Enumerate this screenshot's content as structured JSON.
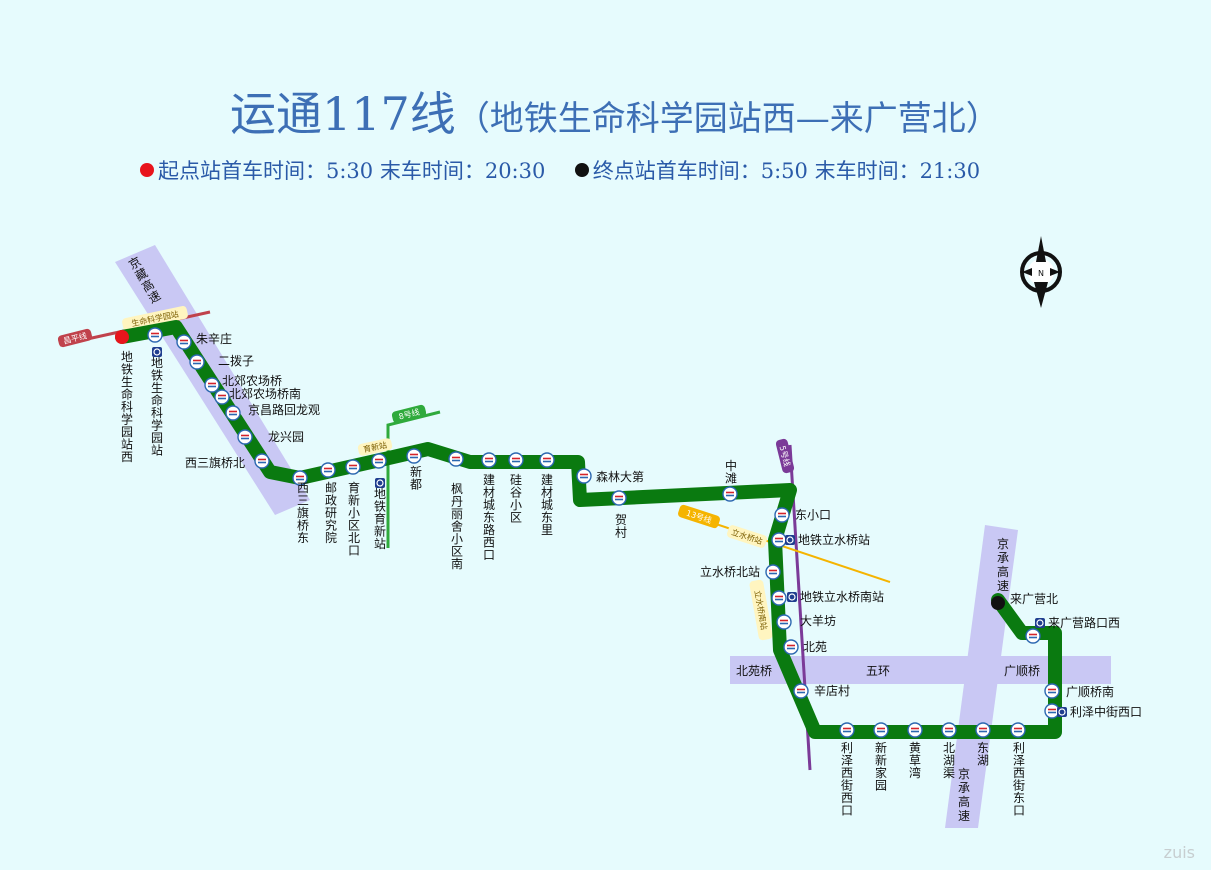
{
  "title": {
    "main": "运通117线",
    "sub": "（地铁生命科学园站西—来广营北）"
  },
  "times": {
    "start_text": "起点站首车时间：5:30 末车时间：20:30",
    "end_text": "终点站首车时间：5:50 末车时间：21:30",
    "start_color": "#e8141c",
    "end_color": "#111111"
  },
  "roads": [
    {
      "name": "京藏高速",
      "vertical": true
    },
    {
      "name": "京承高速",
      "vertical": true
    },
    {
      "name": "京承高速",
      "vertical": true
    },
    {
      "name": "北苑桥",
      "vertical": false
    },
    {
      "name": "五环",
      "vertical": false
    },
    {
      "name": "广顺桥",
      "vertical": false
    }
  ],
  "subway": [
    {
      "name": "昌平线",
      "color": "#c0424c"
    },
    {
      "name": "生命科学园站",
      "color": "#fff5c0"
    },
    {
      "name": "8号线",
      "color": "#2faa3c"
    },
    {
      "name": "育新站",
      "color": "#fff5c0"
    },
    {
      "name": "5号线",
      "color": "#7b3a98"
    },
    {
      "name": "13号线",
      "color": "#f5b400"
    },
    {
      "name": "立水桥站",
      "color": "#fff5c0"
    },
    {
      "name": "立水桥南站",
      "color": "#fff5c0"
    }
  ],
  "stops": [
    {
      "name": "地铁生命科学园站西",
      "type": "terminus-start"
    },
    {
      "name": "地铁生命科学园站",
      "type": "metro"
    },
    {
      "name": "朱辛庄",
      "type": "bus"
    },
    {
      "name": "二拨子",
      "type": "bus"
    },
    {
      "name": "北郊农场桥",
      "type": "bus"
    },
    {
      "name": "北郊农场桥南",
      "type": "bus"
    },
    {
      "name": "京昌路回龙观",
      "type": "bus"
    },
    {
      "name": "龙兴园",
      "type": "bus"
    },
    {
      "name": "西三旗桥北",
      "type": "bus"
    },
    {
      "name": "西三旗桥东",
      "type": "bus"
    },
    {
      "name": "邮政研究院",
      "type": "bus"
    },
    {
      "name": "育新小区北口",
      "type": "bus"
    },
    {
      "name": "地铁育新站",
      "type": "metro"
    },
    {
      "name": "新都",
      "type": "bus"
    },
    {
      "name": "枫丹丽舍小区南",
      "type": "bus"
    },
    {
      "name": "建材城东路西口",
      "type": "bus"
    },
    {
      "name": "硅谷小区",
      "type": "bus"
    },
    {
      "name": "建材城东里",
      "type": "bus"
    },
    {
      "name": "森林大第",
      "type": "bus"
    },
    {
      "name": "贺村",
      "type": "bus"
    },
    {
      "name": "中滩",
      "type": "bus"
    },
    {
      "name": "东小口",
      "type": "bus"
    },
    {
      "name": "地铁立水桥站",
      "type": "metro"
    },
    {
      "name": "立水桥北站",
      "type": "bus"
    },
    {
      "name": "地铁立水桥南站",
      "type": "metro"
    },
    {
      "name": "大羊坊",
      "type": "bus"
    },
    {
      "name": "北苑",
      "type": "bus"
    },
    {
      "name": "辛店村",
      "type": "bus"
    },
    {
      "name": "利泽西街西口",
      "type": "bus"
    },
    {
      "name": "新新家园",
      "type": "bus"
    },
    {
      "name": "黄草湾",
      "type": "bus"
    },
    {
      "name": "北湖渠",
      "type": "bus"
    },
    {
      "name": "东湖",
      "type": "bus"
    },
    {
      "name": "利泽西街东口",
      "type": "bus"
    },
    {
      "name": "利泽中街西口",
      "type": "metro"
    },
    {
      "name": "广顺桥南",
      "type": "bus"
    },
    {
      "name": "来广营路口西",
      "type": "metro"
    },
    {
      "name": "来广营北",
      "type": "terminus-end"
    }
  ],
  "compass": {
    "label": "N",
    "icon": "compass-icon"
  },
  "colors": {
    "route": "#0a7a10",
    "road": "#c9c8f4",
    "title": "#3d6fb5"
  }
}
